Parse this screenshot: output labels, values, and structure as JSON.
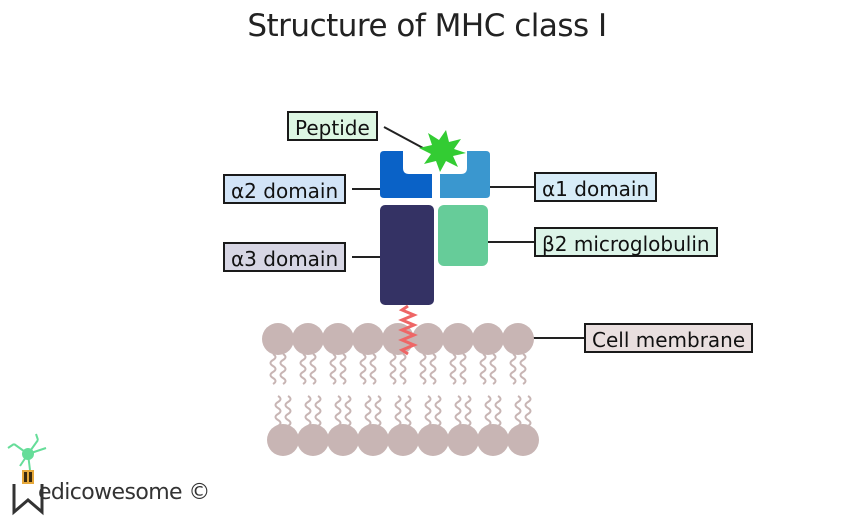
{
  "title": "Structure of MHC class I",
  "labels": {
    "peptide": "Peptide",
    "alpha2": "α2 domain",
    "alpha1": "α1 domain",
    "alpha3": "α3 domain",
    "beta2m": "β2 microglobulin",
    "membrane": "Cell membrane"
  },
  "logo": {
    "text": "edicowesome ©"
  },
  "colors": {
    "peptide": "#33cc33",
    "alpha2": "#0a62c7",
    "alpha1": "#3a97cf",
    "alpha3": "#343264",
    "beta2m": "#66cc99",
    "membrane": "#c8b5b4",
    "anchor": "#ee6666",
    "label_peptide_bg": "#ddf7e3",
    "label_alpha2_bg": "#d2e4f7",
    "label_alpha1_bg": "#d7ecf7",
    "label_alpha3_bg": "#d7d6e4",
    "label_beta2m_bg": "#dcf4e8",
    "label_membrane_bg": "#e9dfdf"
  }
}
